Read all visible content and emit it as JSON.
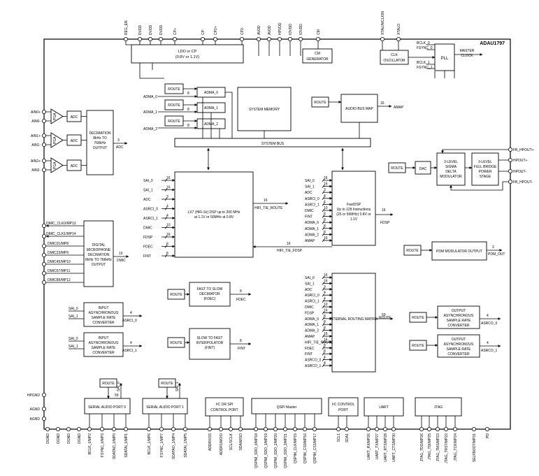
{
  "chip_name": "ADAU1797",
  "blocks": {
    "ldo": [
      "LDO or CP",
      "(0.8V or 1.1V)"
    ],
    "cm_gen": [
      "CM",
      "GENERATOR"
    ],
    "clk_osc": [
      "CLK",
      "OSCILLATOR"
    ],
    "pll": "PLL",
    "master_clock": [
      "MASTER",
      "CLOCK"
    ],
    "adma": [
      "ADMA_0",
      "ADMA_1",
      "ADMA_2"
    ],
    "system_memory": "SYSTEM MEMORY",
    "audio_bus_map": "AUDIO BUS MAP",
    "amap": "AMAP",
    "system_bus": "SYSTEM BUS",
    "pga": "PGA",
    "adc": "ADC",
    "decimation": [
      "DECIMATION",
      "8kHz TO",
      "768kHz",
      "OUTPUT"
    ],
    "adc_out": "ADC",
    "dac": "DAC",
    "sigma_delta": [
      "3-LEVEL",
      "SIGMA",
      "DELTA",
      "MODULATOR"
    ],
    "full_bridge": [
      "3-LEVEL",
      "FULL BRIDGE",
      "POWER",
      "STAGE"
    ],
    "lx7": [
      "LX7 (HiFi-3z) DSP up to 200 MHz",
      "at 1.1V or 50MHz at 0.8V"
    ],
    "hifi_tie_route": "HIFI_TIE_ROUTE",
    "hifi_tie_fdsp": "HIFI_TIE_FDSP",
    "fastdsp": [
      "FastDSP",
      "Up to 128 Instructions",
      "(25 or 50MHz) 0.8V or",
      "1.1V"
    ],
    "fdsp": "FDSP",
    "dmic_block": [
      "DIGITAL",
      "MICROPHONE",
      "DECIMATION",
      "8kHz TO 768kHz",
      "OUTPUT"
    ],
    "dmic_out": "DMIC",
    "pdm": "PDM MODULATOR OUTPUT",
    "pdm_out": "PDM_OUT",
    "fast_to_slow": [
      "FAST TO SLOW",
      "DECIMATOR",
      "(FDEC)"
    ],
    "fdec_out": "FDEC",
    "slow_to_fast": [
      "SLOW TO FAST",
      "INTERPOLATOR",
      "(FINT)"
    ],
    "fint_out": "FINT",
    "routing_matrix": "INTERNAL ROUTING MATRIX",
    "route_out": "ROUTE",
    "input_asrc": [
      "INPUT",
      "ASYNCHRONOUS",
      "SAMPLE RATE",
      "CONVERTER"
    ],
    "output_asrc": [
      "OUTPUT",
      "ASYNCHRONOUS",
      "SAMPLE RATE",
      "CONVERTER"
    ],
    "asrci_out": [
      "ASRCI_0",
      "ASRCI_1"
    ],
    "asrco_out": [
      "ASRCO_0",
      "ASRCO_1"
    ],
    "serial_port_0": "SERIAL AUDIO PORT 0",
    "serial_port_1": "SERIAL AUDIO PORT 1",
    "i2c_spi": [
      "I²C OR SPI",
      "CONTROL PORT"
    ],
    "qspi": "QSPI Master",
    "i2c_ctrl": [
      "I²C CONTROL",
      "PORT"
    ],
    "uart": "UART",
    "jtag": "JTAG",
    "route": "ROUTE"
  },
  "top_pins": [
    "REG_EN",
    "DVDD",
    "DVDD",
    "DVDD",
    "CP+",
    "CP-",
    "CP2+",
    "CP2-",
    "AVDD",
    "AVDD",
    "HPVDD",
    "IOVDD",
    "IOVDD",
    "CM",
    "XTALI/MCLKIN",
    "XTALO"
  ],
  "bclk_fsync": [
    "BCLK_0",
    "FSYNC_0",
    "BCLK_1",
    "FSYNC_1"
  ],
  "left_analog_pins": [
    "AIN0+",
    "AIN0-",
    "AIN1+",
    "AIN1-",
    "AIN2+",
    "AIN2-"
  ],
  "dmic_pins": [
    "DMIC_CLK0/MP13",
    "DMIC_CLK1/MP14",
    "DMIC01/MP8",
    "DMIC23/MP9",
    "DMIC45/MP10",
    "DMIC67/MP11",
    "DMIC89/MP12"
  ],
  "left_bottom_pins": [
    "HPGND",
    "AGND",
    "AGND"
  ],
  "right_pins": [
    "FB_HPOUT+",
    "HPOUT+",
    "HPOUT-",
    "FB_HPOUT-"
  ],
  "bottom_pins": [
    "DGND",
    "DGND",
    "DGND",
    "DGND",
    "BCLK_0/MP2",
    "FSYNC_0/MP3",
    "SDATAO_0/MP0",
    "SDATAI_0/MP1",
    "BCLK_1/MP6",
    "FSYNC_1/MP7",
    "SDATAO_1/MP4",
    "SDATAI_1/MP5",
    "ADDR0/SS",
    "ADDR1/MOSI",
    "SCL/SCLK",
    "SDA/MISO",
    "QSPIM_SDO_0/MP18",
    "QSPIM_SDO_1/MP19",
    "QSPIM_SDO_2/MP20",
    "QSPIM_SDO_3/MP21",
    "QSPIM_CLK/MP15",
    "QSPIM_CS0/MP16",
    "QSPIM_CS1/MP17",
    "SCL1",
    "SDA1",
    "UART_RX/MP26",
    "UART_TX/MP27",
    "UART_RTS/MP28",
    "UART_CTS/MP30",
    "JTAG_TDO/MP26",
    "JTAG_TDI/MP25",
    "JTAG_TMS/MP23",
    "JTAG_TRST/MP22",
    "JTAG_TCK/MP24",
    "SELFBOOT/MP31",
    "PD"
  ],
  "adma_inputs": [
    "ADMA_0",
    "ADMA_1",
    "ADMA_2"
  ],
  "lx7_inputs": [
    {
      "label": "SAI_0",
      "width": "16"
    },
    {
      "label": "SAI_1",
      "width": "16"
    },
    {
      "label": "ADC",
      "width": "3"
    },
    {
      "label": "ASRCI_0",
      "width": "4"
    },
    {
      "label": "ASRCI_1",
      "width": "4"
    },
    {
      "label": "DMIC",
      "width": "10"
    },
    {
      "label": "FDSP",
      "width": "16"
    },
    {
      "label": "FDEC",
      "width": "8"
    },
    {
      "label": "FINT",
      "width": "8"
    }
  ],
  "fastdsp_inputs": [
    {
      "label": "SAI_0",
      "width": "16"
    },
    {
      "label": "SAI_1",
      "width": "16"
    },
    {
      "label": "ADC",
      "width": "3"
    },
    {
      "label": "ASRCI_0",
      "width": "4"
    },
    {
      "label": "ASRCI_1",
      "width": "4"
    },
    {
      "label": "DMIC",
      "width": "10"
    },
    {
      "label": "FINT",
      "width": "8"
    },
    {
      "label": "ADMA_0",
      "width": "8"
    },
    {
      "label": "ADMA_1",
      "width": "8"
    },
    {
      "label": "ADMA_2",
      "width": "8"
    },
    {
      "label": "AMAP",
      "width": "16"
    }
  ],
  "matrix_inputs": [
    {
      "label": "SAI_0",
      "width": "16"
    },
    {
      "label": "SAI_1",
      "width": "16"
    },
    {
      "label": "ADC",
      "width": "3"
    },
    {
      "label": "ASRCI_0",
      "width": "4"
    },
    {
      "label": "ASRCI_1",
      "width": "4"
    },
    {
      "label": "DMIC",
      "width": "10"
    },
    {
      "label": "FDSP",
      "width": "16"
    },
    {
      "label": "ADMA_0",
      "width": "8"
    },
    {
      "label": "ADMA_1",
      "width": "8"
    },
    {
      "label": "ADMA_2",
      "width": "8"
    },
    {
      "label": "AMAP",
      "width": "16"
    },
    {
      "label": "HIFI_TIE_ROUTE",
      "width": "16"
    },
    {
      "label": "FDEC",
      "width": "8"
    },
    {
      "label": "FINT",
      "width": "8"
    },
    {
      "label": "ASRCO_0",
      "width": "4"
    },
    {
      "label": "ASRCO_1",
      "width": "4"
    }
  ],
  "sai_pair": [
    "SAI_0",
    "SAI_1"
  ],
  "widths": {
    "adc": "3",
    "adma": "8",
    "amap": "16",
    "dmic": "10",
    "lx7_route": "16",
    "lx7_fdsp": "16",
    "fdsp": "16",
    "pdm": "2",
    "fdec": "8",
    "fint": "8",
    "asrci": "4",
    "asrco": "4",
    "route": "59"
  }
}
